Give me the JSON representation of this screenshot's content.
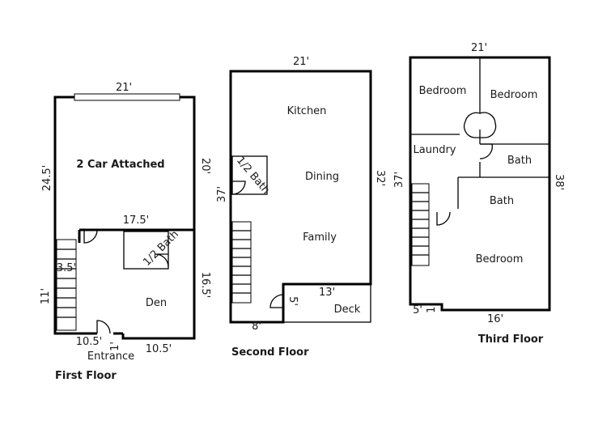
{
  "first_floor": {
    "title": "First Floor",
    "rooms": {
      "garage": "2 Car Attached",
      "half_bath": "1/2 Bath",
      "den": "Den"
    },
    "dims": {
      "top": "21'",
      "left_garage": "24.5'",
      "right_garage": "20'",
      "mid": "17.5'",
      "small": "3.5'",
      "left_lower": "11'",
      "right_lower": "16.5'",
      "bottom_left": "10.5'",
      "step": "1'",
      "bottom_right": "10.5'"
    },
    "entrance": "Entrance"
  },
  "second_floor": {
    "title": "Second Floor",
    "rooms": {
      "kitchen": "Kitchen",
      "dining": "Dining",
      "half_bath": "1/2 Bath",
      "family": "Family",
      "deck": "Deck"
    },
    "dims": {
      "top": "21'",
      "left": "37'",
      "right": "32'",
      "deck_width": "13'",
      "deck_depth": "5'",
      "bottom": "8'"
    }
  },
  "third_floor": {
    "title": "Third Floor",
    "rooms": {
      "bedroom_1": "Bedroom",
      "bedroom_2": "Bedroom",
      "laundry": "Laundry",
      "bath_1": "Bath",
      "bath_2": "Bath",
      "bedroom_3": "Bedroom"
    },
    "dims": {
      "top": "21'",
      "left": "37'",
      "right": "38'",
      "bottom_left": "5'",
      "step": "1'",
      "bottom": "16'"
    }
  }
}
